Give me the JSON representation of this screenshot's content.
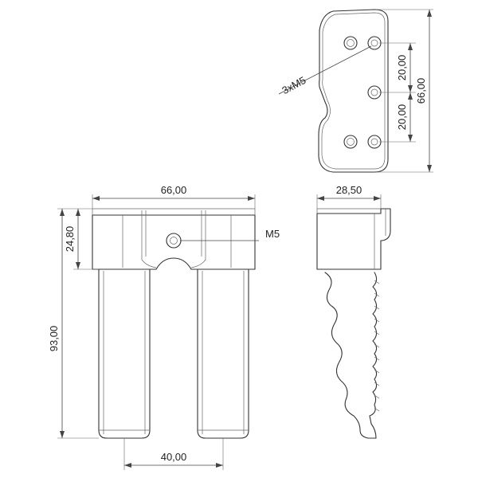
{
  "drawing": {
    "top_view": {
      "thread_callout": "3xM5",
      "dim_hole_pitch_upper": "20,00",
      "dim_hole_pitch_lower": "20,00",
      "dim_overall_height": "66,00"
    },
    "front_view": {
      "dim_width": "66,00",
      "dim_head_height": "24,80",
      "dim_total_height": "93,00",
      "dim_leg_spacing": "40,00",
      "thread_callout": "M5"
    },
    "side_view": {
      "dim_depth": "28,50"
    }
  }
}
